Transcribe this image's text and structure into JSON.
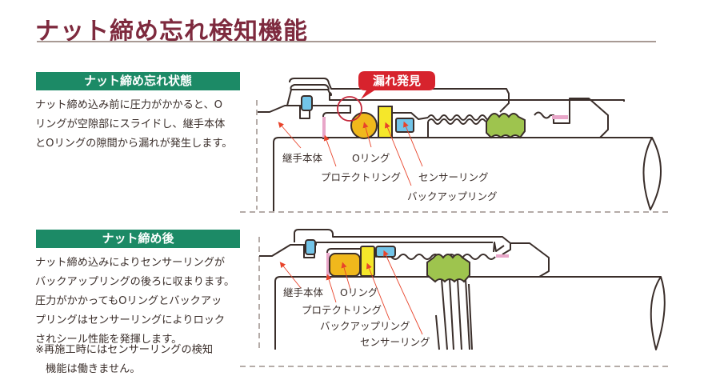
{
  "title": "ナット締め忘れ検知機能",
  "sections": [
    {
      "header": "ナット締め忘れ状態",
      "description": "ナット締め込み前に圧力がかかると、O\nリングが空隙部にスライドし、継手本体\nとOリングの隙間から漏れが発生します。",
      "diagram": {
        "callout": "漏れ発見",
        "labels": {
          "body": "継手本体",
          "oring": "Oリング",
          "protect": "プロテクトリング",
          "sensor": "センサーリング",
          "backup": "バックアップリング"
        }
      }
    },
    {
      "header": "ナット締め後",
      "description": "ナット締め込みによりセンサーリングが\nバックアップリングの後ろに収まります。\n圧力がかかってもOリングとバックアッ\nプリングはセンサーリングによりロック\nされシール性能を発揮します。",
      "note": "※再施工時にはセンサーリングの検知\n　機能は働きません。",
      "diagram": {
        "labels": {
          "body": "継手本体",
          "oring": "Oリング",
          "protect": "プロテクトリング",
          "backup": "バックアップリング",
          "sensor": "センサーリング"
        }
      }
    }
  ],
  "colors": {
    "title": "#7e2a3e",
    "header_bg": "#1c8a66",
    "oring": "#f0b81c",
    "backup": "#f5e72a",
    "sensor": "#72c4e8",
    "nut_grip": "#9ec44e",
    "protect": "#e8a6c8",
    "callout": "#d7232d",
    "arrow": "#e8432a",
    "line": "#3a2e2a",
    "dash": "#b5aca8"
  }
}
